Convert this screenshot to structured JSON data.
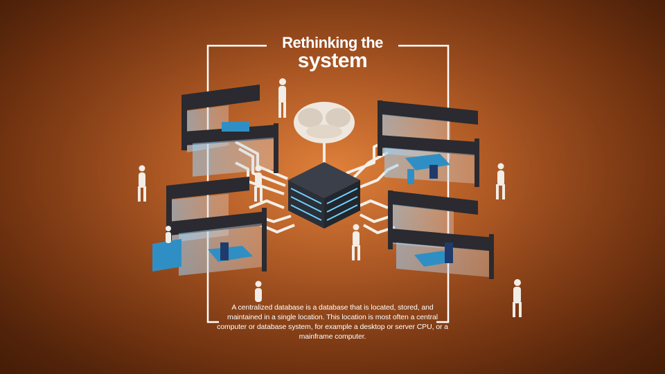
{
  "hero": {
    "title_line1": "Rethinking the",
    "title_line2": "system",
    "caption": "A centralized database is a database that is located, stored, and maintained in a single location. This location is most often a central computer or database system, for example a desktop or server CPU, or a mainframe computer."
  },
  "colors": {
    "background": "#c8662a",
    "frame": "#ffffff",
    "desk": "#2f8fc4",
    "server": "#3a3f4a",
    "server_glow": "#6fd3ff",
    "cubicle_wall": "#2a2a30"
  },
  "icons": [
    "brain-icon",
    "server-stack-icon",
    "cubicle-icon",
    "person-icon"
  ]
}
